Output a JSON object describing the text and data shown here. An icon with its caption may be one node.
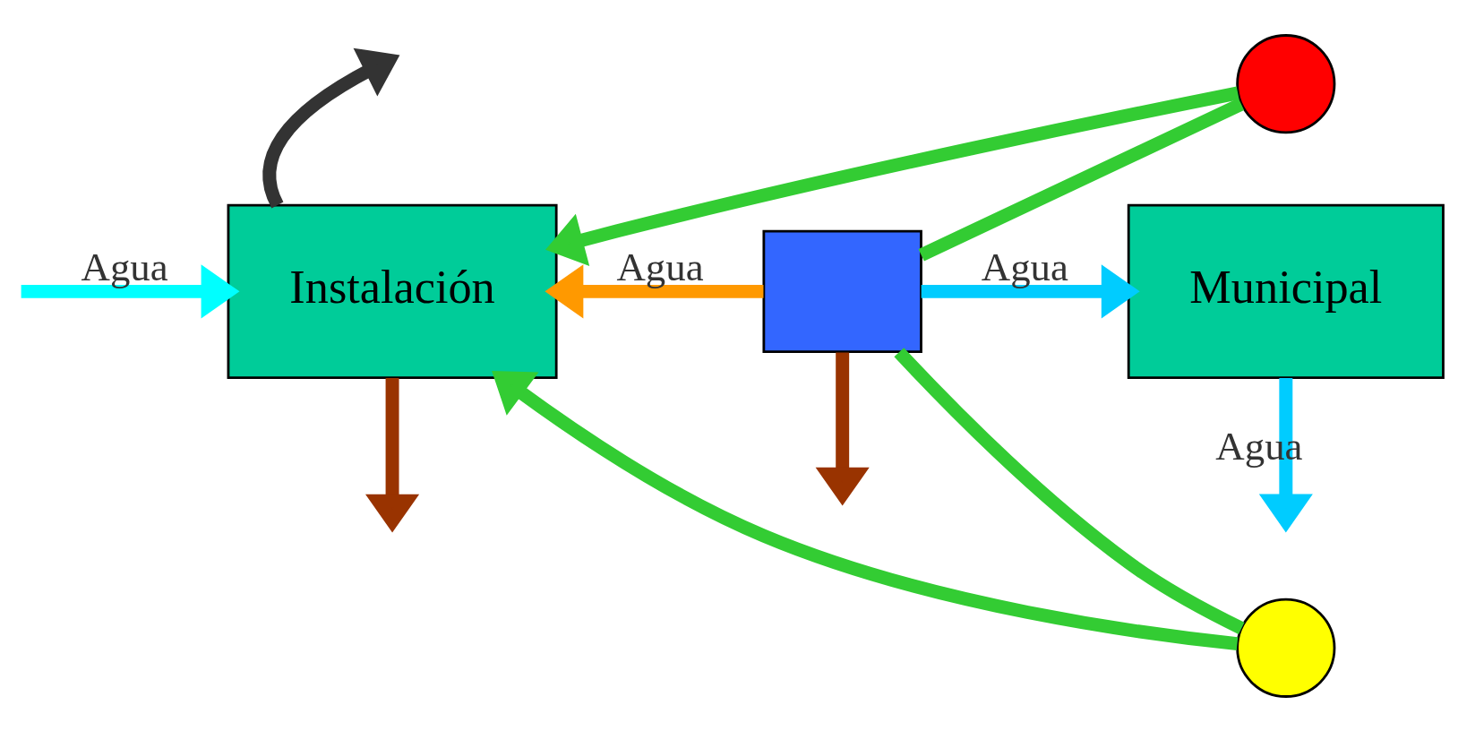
{
  "diagram": {
    "nodes": [
      {
        "text": [
          "Instalación"
        ]
      },
      {
        "text": [],
        "shape": "circle"
      },
      {
        "text": [],
        "shape": "box"
      },
      {
        "text": [
          "Municipal"
        ]
      },
      {
        "text": [],
        "shape": "circle"
      }
    ],
    "edges": [
      {
        "from": null,
        "to": 0,
        "arrow": "to",
        "label": "Agua",
        "color": "#00ffff"
      },
      {
        "from": 2,
        "to": 0,
        "arrow": "to",
        "label": "Agua",
        "color": "#ff9900"
      },
      {
        "from": 2,
        "to": 3,
        "arrow": "to",
        "label": "Agua",
        "color": "#00ccff"
      },
      {
        "from": 3,
        "to": null,
        "arrow": "to",
        "label": "Agua",
        "color": "#00ccff"
      },
      {
        "from": 0,
        "to": null,
        "arrow": "to",
        "color": "#333333"
      },
      {
        "from": 0,
        "to": null,
        "arrow": "to",
        "color": "#993300"
      },
      {
        "from": 2,
        "to": null,
        "arrow": "to",
        "color": "#993300"
      },
      {
        "from": 2,
        "to": 1,
        "arrow": "none"
      },
      {
        "from": 1,
        "to": 0,
        "arrow": "to"
      },
      {
        "from": 2,
        "to": 4,
        "arrow": "none"
      },
      {
        "from": 4,
        "to": 0,
        "arrow": "to"
      }
    ]
  }
}
